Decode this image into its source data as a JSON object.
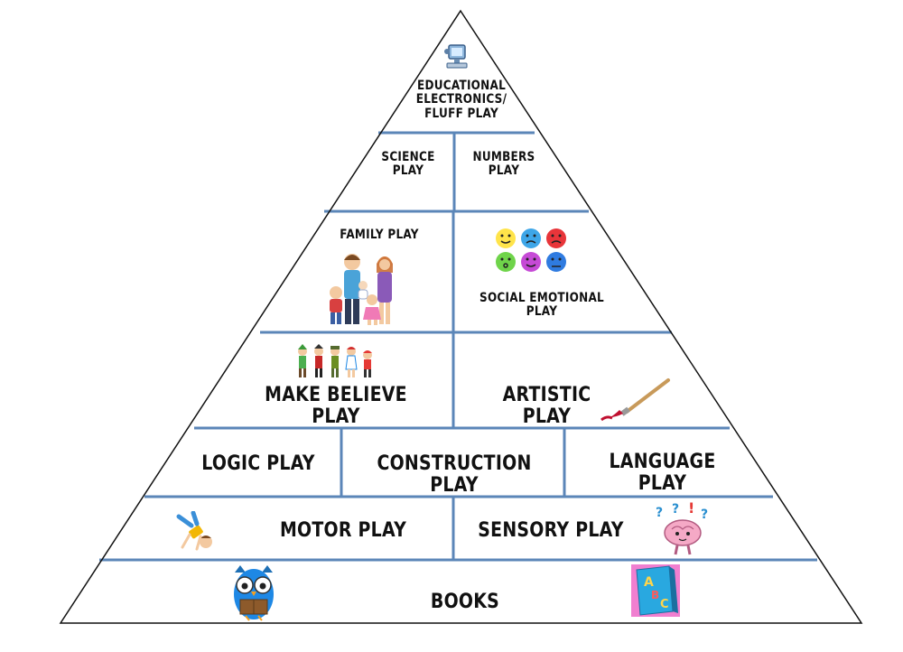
{
  "colors": {
    "outline": "#111111",
    "divider": "#5b86b8",
    "background": "#ffffff"
  },
  "levels": {
    "top": {
      "label": "EDUCATIONAL\nELECTRONICS/\nFLUFF PLAY",
      "icon": "computer-icon"
    },
    "science": {
      "label": "SCIENCE\nPLAY"
    },
    "numbers": {
      "label": "NUMBERS\nPLAY"
    },
    "family": {
      "label": "FAMILY PLAY",
      "icon": "family-icon"
    },
    "social_emotional": {
      "label": "SOCIAL EMOTIONAL\nPLAY",
      "icon": "emotion-faces-icon"
    },
    "make_believe": {
      "label": "MAKE BELIEVE PLAY",
      "icon": "costume-kids-icon"
    },
    "artistic": {
      "label": "ARTISTIC PLAY",
      "icon": "paintbrush-icon"
    },
    "logic": {
      "label": "LOGIC PLAY"
    },
    "construction": {
      "label": "CONSTRUCTION PLAY"
    },
    "language": {
      "label": "LANGUAGE PLAY"
    },
    "motor": {
      "label": "MOTOR PLAY",
      "icon": "cartwheel-kid-icon"
    },
    "sensory": {
      "label": "SENSORY PLAY",
      "icon": "thinking-brain-icon"
    },
    "books": {
      "label": "BOOKS",
      "icons": [
        "reading-owl-icon",
        "abc-book-icon"
      ]
    }
  }
}
